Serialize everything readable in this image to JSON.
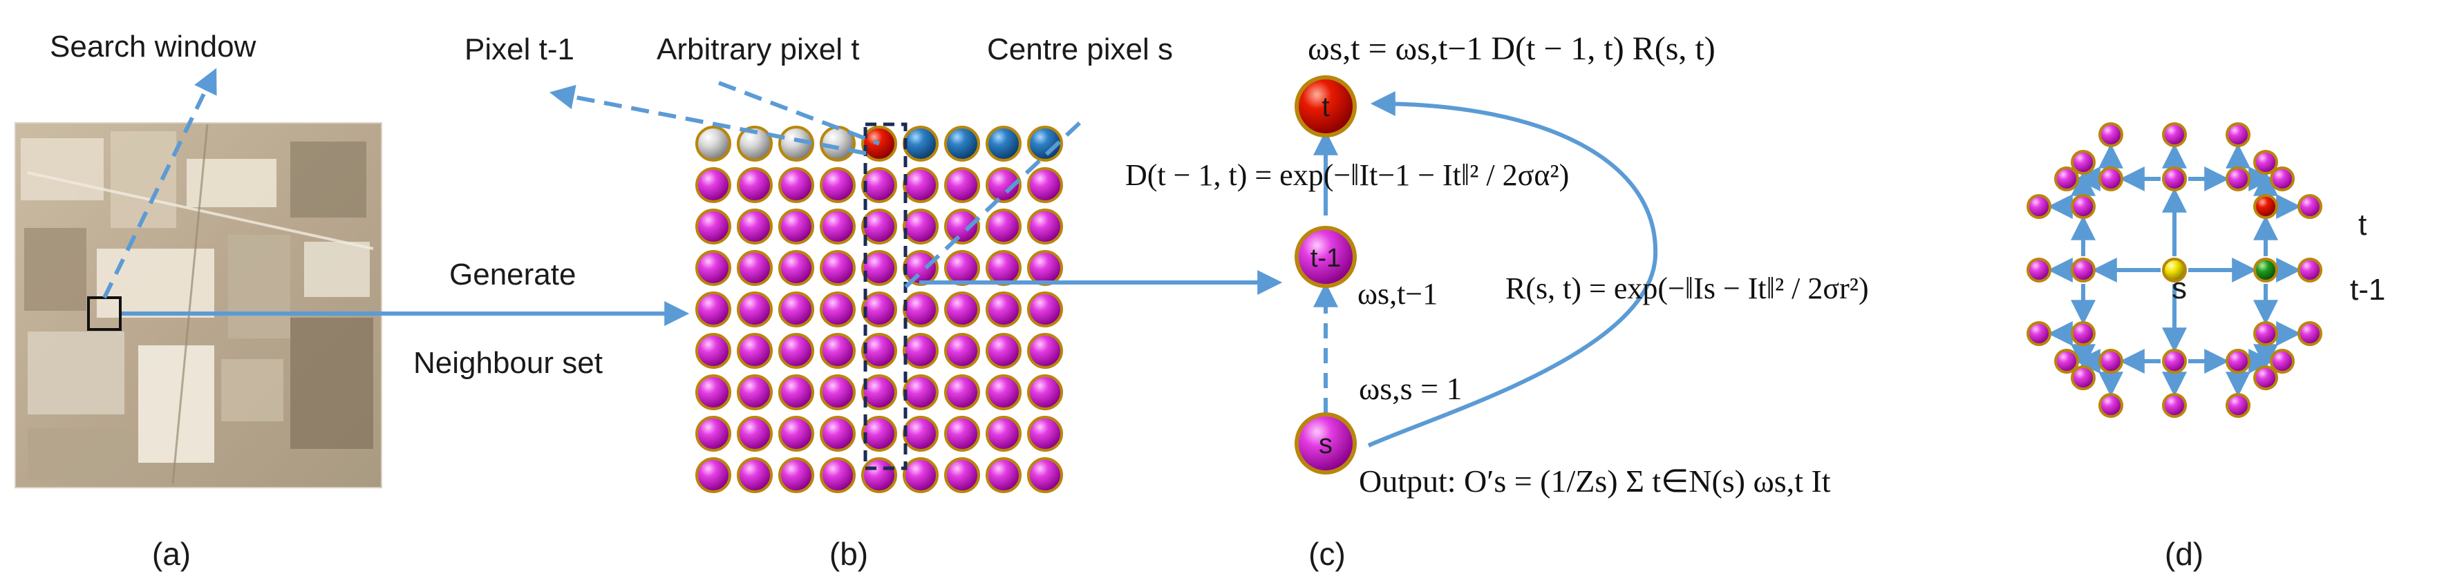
{
  "labels": {
    "search_window": "Search window",
    "pixel_t_minus_1": "Pixel t-1",
    "arbitrary_pixel": "Arbitrary pixel t",
    "centre_pixel": "Centre pixel s",
    "generate": "Generate",
    "neighbour_set": "Neighbour set"
  },
  "nodes": {
    "t": "t",
    "t_minus_1": "t-1",
    "s": "s"
  },
  "formulas": {
    "top": "ωs,t = ωs,t−1 D(t − 1, t) R(s, t)",
    "D": "D(t − 1, t) = exp(−‖It−1 − It‖² / 2σα²)",
    "R": "R(s, t) = exp(−‖Is − It‖² / 2σr²)",
    "w_t_minus_1": "ωs,t−1",
    "w_ss": "ωs,s = 1",
    "output": "Output: O′s = (1/Zs) Σ t∈N(s) ωs,t It"
  },
  "panel_d": {
    "s": "s",
    "t": "t",
    "t_minus_1": "t-1"
  },
  "panel_labels": [
    "(a)",
    "(b)",
    "(c)",
    "(d)"
  ],
  "colors": {
    "arrow": "#5b9bd5",
    "pixel_magenta": "#d21ad2",
    "pixel_red": "#e00000",
    "pixel_blue": "#1f6fb8",
    "pixel_grey": "#c8c8c8",
    "node_yellow": "#f2e200",
    "node_green": "#1a8a1a"
  }
}
